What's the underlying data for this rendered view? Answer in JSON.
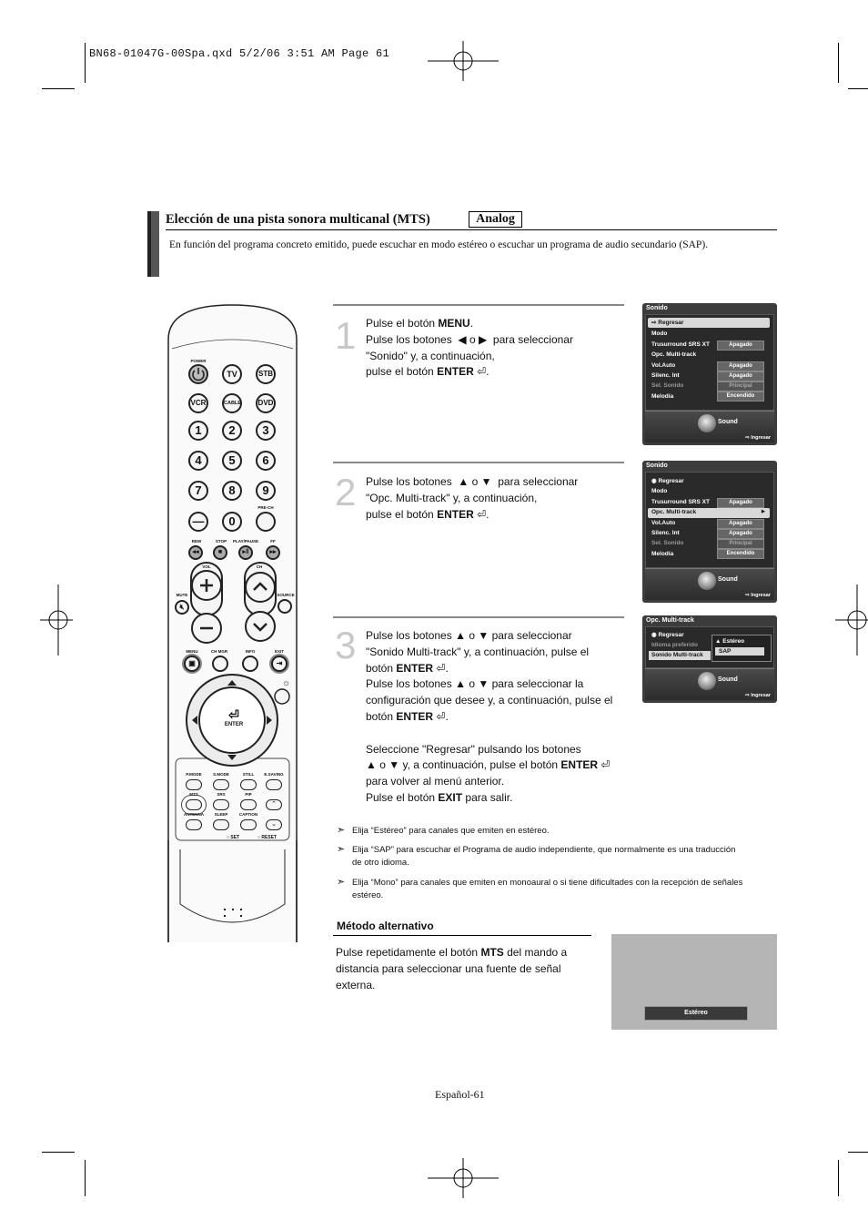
{
  "header_file": "BN68-01047G-00Spa.qxd   5/2/06   3:51 AM   Page 61",
  "section": {
    "title": "Elección de una pista sonora multicanal (MTS)",
    "badge": "Analog",
    "intro": "En función del programa concreto emitido, puede escuchar en modo estéreo o escuchar un programa de audio secundario (SAP)."
  },
  "steps": [
    {
      "number": "1",
      "lines": [
        "Pulse el botón ",
        "MENU",
        ".",
        "Pulse los botones",
        "o",
        "para seleccionar",
        "\"Sonido\" y, a continuación,",
        "pulse el botón ",
        "ENTER",
        "."
      ]
    },
    {
      "number": "2",
      "lines": [
        "Pulse los botones",
        "o",
        "para seleccionar",
        "\"Opc. Multi-track\" y, a continuación,",
        "pulse el botón ",
        "ENTER",
        "."
      ]
    },
    {
      "number": "3",
      "lines": [
        "Pulse los botones",
        "o",
        "para seleccionar",
        "\"Sonido Multi-track\" y, a continuación, pulse el",
        "botón ",
        "ENTER",
        ".",
        "Pulse los botones",
        "o",
        "para seleccionar la",
        "configuración que desee y, a continuación, pulse el",
        "botón ",
        "ENTER",
        ".",
        "Seleccione \"Regresar\" pulsando los botones",
        "o",
        "y, a continuación, pulse el botón ",
        "ENTER",
        "para volver al menú anterior.",
        "Pulse el botón ",
        "EXIT",
        " para salir."
      ]
    }
  ],
  "screens": {
    "s1": {
      "title": "Sonido",
      "items": [
        "Regresar",
        "Modo",
        "Trusurround SRS XT",
        "Opc. Multi-track",
        "Vol.Auto",
        "Silenc. Int",
        "Sel. Sonido",
        "Melodía"
      ],
      "values": [
        "Apagado",
        "Apagado",
        "Apagado",
        "Principal",
        "Encendido"
      ],
      "footer_label": "Sound",
      "enter_label": "Ingresar"
    },
    "s2": {
      "title": "Sonido",
      "items": [
        "Regresar",
        "Modo",
        "Trusurround SRS XT",
        "Opc. Multi-track",
        "Vol.Auto",
        "Silenc. Int",
        "Sel. Sonido",
        "Melodía"
      ],
      "values": [
        "Apagado",
        "Apagado",
        "Apagado",
        "Principal",
        "Encendido"
      ],
      "footer_label": "Sound",
      "enter_label": "Ingresar"
    },
    "s3": {
      "title": "Opc. Multi-track",
      "items": [
        "Regresar",
        "Idioma preferido",
        "Sonido Multi-track"
      ],
      "options": [
        "Estéreo",
        "SAP"
      ],
      "footer_label": "Sound",
      "enter_label": "Ingresar"
    },
    "s4": {
      "label": "Estéreo"
    }
  },
  "notes": [
    "Elija “Estéreo” para canales que emiten en estéreo.",
    "Elija “SAP” para escuchar el Programa de audio independiente, que normalmente es una traducción de otro idioma.",
    "Elija “Mono” para canales que emiten en monoaural o si tiene dificultades con la recepción de señales estéreo."
  ],
  "alt_method": {
    "title": "Método alternativo",
    "text_before": "Pulse repetidamente el botón ",
    "button": "MTS",
    "text_after": " del mando a distancia para seleccionar una fuente de señal externa."
  },
  "remote": {
    "labels": {
      "power": "POWER",
      "tv": "TV",
      "stb": "STB",
      "vcr": "VCR",
      "cable": "CABLE",
      "dvd": "DVD",
      "prech": "PRE-CH",
      "rew": "REW",
      "stop": "STOP",
      "playpause": "PLAY/PAUSE",
      "ff": "FF",
      "vol": "VOL",
      "ch": "CH",
      "mute": "MUTE",
      "source": "SOURCE",
      "menu": "MENU",
      "chmgr": "CH MGR",
      "info": "INFO",
      "exit": "EXIT",
      "enter": "ENTER",
      "pmode": "P.MODE",
      "smode": "S.MODE",
      "still": "STILL",
      "esaving": "E.SAVING",
      "mts": "MTS",
      "srs": "SRS",
      "pip": "PIP",
      "antenna": "ANTENNA",
      "sleep": "SLEEP",
      "caption": "CAPTION",
      "set": "SET",
      "reset": "RESET"
    },
    "digits": [
      "1",
      "2",
      "3",
      "4",
      "5",
      "6",
      "7",
      "8",
      "9",
      "—",
      "0"
    ]
  },
  "footer": "Español-61"
}
